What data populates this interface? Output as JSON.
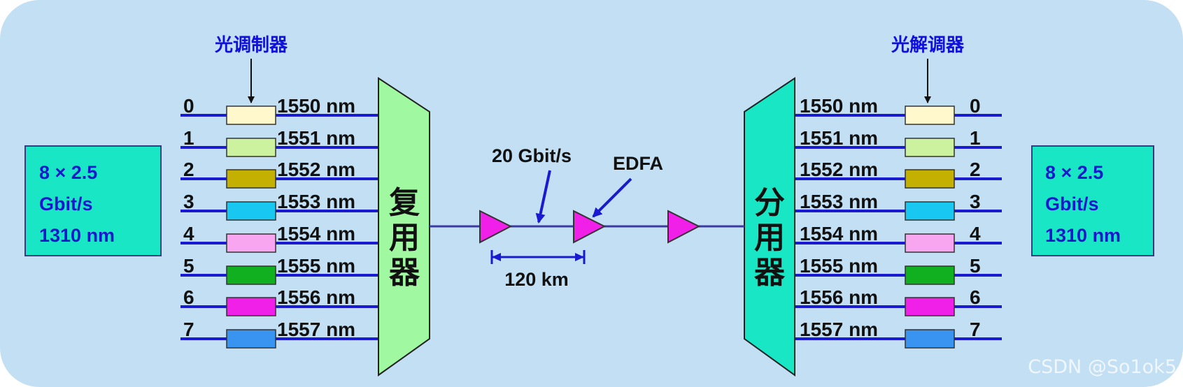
{
  "modulator_label": "光调制器",
  "demodulator_label": "光解调器",
  "left_source": [
    "8 × 2.5",
    "Gbit/s",
    "1310 nm"
  ],
  "right_sink": [
    "8 × 2.5",
    "Gbit/s",
    "1310 nm"
  ],
  "channels": [
    {
      "index": "0",
      "wavelength": "1550 nm",
      "color": "#fff8cc"
    },
    {
      "index": "1",
      "wavelength": "1551 nm",
      "color": "#ccf2a0"
    },
    {
      "index": "2",
      "wavelength": "1552 nm",
      "color": "#c4b000"
    },
    {
      "index": "3",
      "wavelength": "1553 nm",
      "color": "#18c8f0"
    },
    {
      "index": "4",
      "wavelength": "1554 nm",
      "color": "#f8a6f0"
    },
    {
      "index": "5",
      "wavelength": "1555 nm",
      "color": "#10b020"
    },
    {
      "index": "6",
      "wavelength": "1556 nm",
      "color": "#f020e8"
    },
    {
      "index": "7",
      "wavelength": "1557 nm",
      "color": "#3894f0"
    }
  ],
  "multiplexer_label": [
    "复",
    "用",
    "器"
  ],
  "demultiplexer_label": [
    "分",
    "用",
    "器"
  ],
  "link_rate": "20 Gbit/s",
  "amplifier_label": "EDFA",
  "span_length": "120 km",
  "watermark": "CSDN @So1ok5",
  "colors": {
    "background": "#c3dff3",
    "line": "#1a1ad0",
    "multiplexer": "#a0f8a0",
    "demultiplexer": "#18e6c4",
    "source_box": "#18e6c4",
    "amplifier": "#f020e8",
    "link": "#3a3aa0"
  }
}
